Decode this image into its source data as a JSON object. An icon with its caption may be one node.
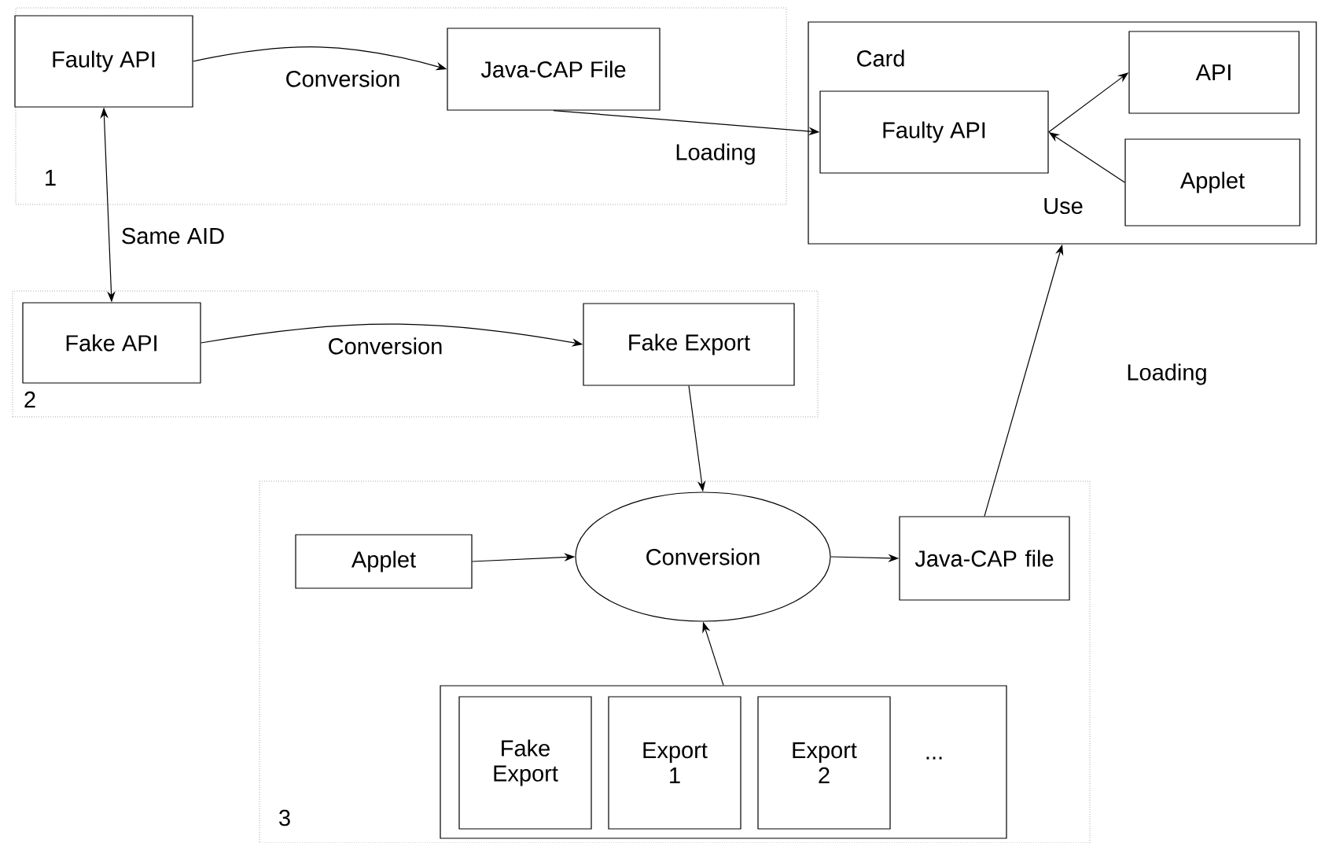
{
  "diagram": {
    "nodes": [
      {
        "text": [
          "1"
        ]
      },
      {
        "text": [
          "Faulty API"
        ],
        "in": 0
      },
      {
        "text": [
          "Java-CAP File"
        ],
        "in": 0
      },
      {
        "text": [
          "Card"
        ]
      },
      {
        "text": [
          "Faulty API"
        ],
        "in": 3
      },
      {
        "text": [
          "API"
        ],
        "in": 3
      },
      {
        "text": [
          "Applet"
        ],
        "in": 3
      },
      {
        "text": [
          "2"
        ]
      },
      {
        "text": [
          "Fake API"
        ],
        "in": 7
      },
      {
        "text": [
          "Fake Export"
        ],
        "in": 7
      },
      {
        "text": [
          "3"
        ]
      },
      {
        "text": [
          "Applet"
        ],
        "in": 10
      },
      {
        "text": [
          "Conversion"
        ],
        "in": 10
      },
      {
        "text": [
          "Java-CAP file"
        ],
        "in": 10
      },
      {
        "text": [
          "..."
        ],
        "in": 10
      },
      {
        "text": [
          "Fake Export"
        ],
        "in": 14
      },
      {
        "text": [
          "Export 1"
        ],
        "in": 14
      },
      {
        "text": [
          "Export 2"
        ],
        "in": 14
      }
    ],
    "edges": [
      {
        "from": 1,
        "to": 2,
        "arrow": "to",
        "label": "Conversion"
      },
      {
        "from": 2,
        "to": 4,
        "arrow": "to",
        "label": "Loading"
      },
      {
        "from": 1,
        "to": 8,
        "arrow": "both",
        "label": "Same AID"
      },
      {
        "from": 8,
        "to": 9,
        "arrow": "to",
        "label": "Conversion"
      },
      {
        "from": 9,
        "to": 12,
        "arrow": "to"
      },
      {
        "from": 11,
        "to": 12,
        "arrow": "to"
      },
      {
        "from": 12,
        "to": 13,
        "arrow": "to"
      },
      {
        "from": 14,
        "to": 12,
        "arrow": "to"
      },
      {
        "from": 13,
        "to": 3,
        "arrow": "to",
        "label": "Loading"
      },
      {
        "from": 4,
        "to": 5,
        "arrow": "to"
      },
      {
        "from": 6,
        "to": 4,
        "arrow": "to",
        "label": "Use"
      }
    ]
  }
}
